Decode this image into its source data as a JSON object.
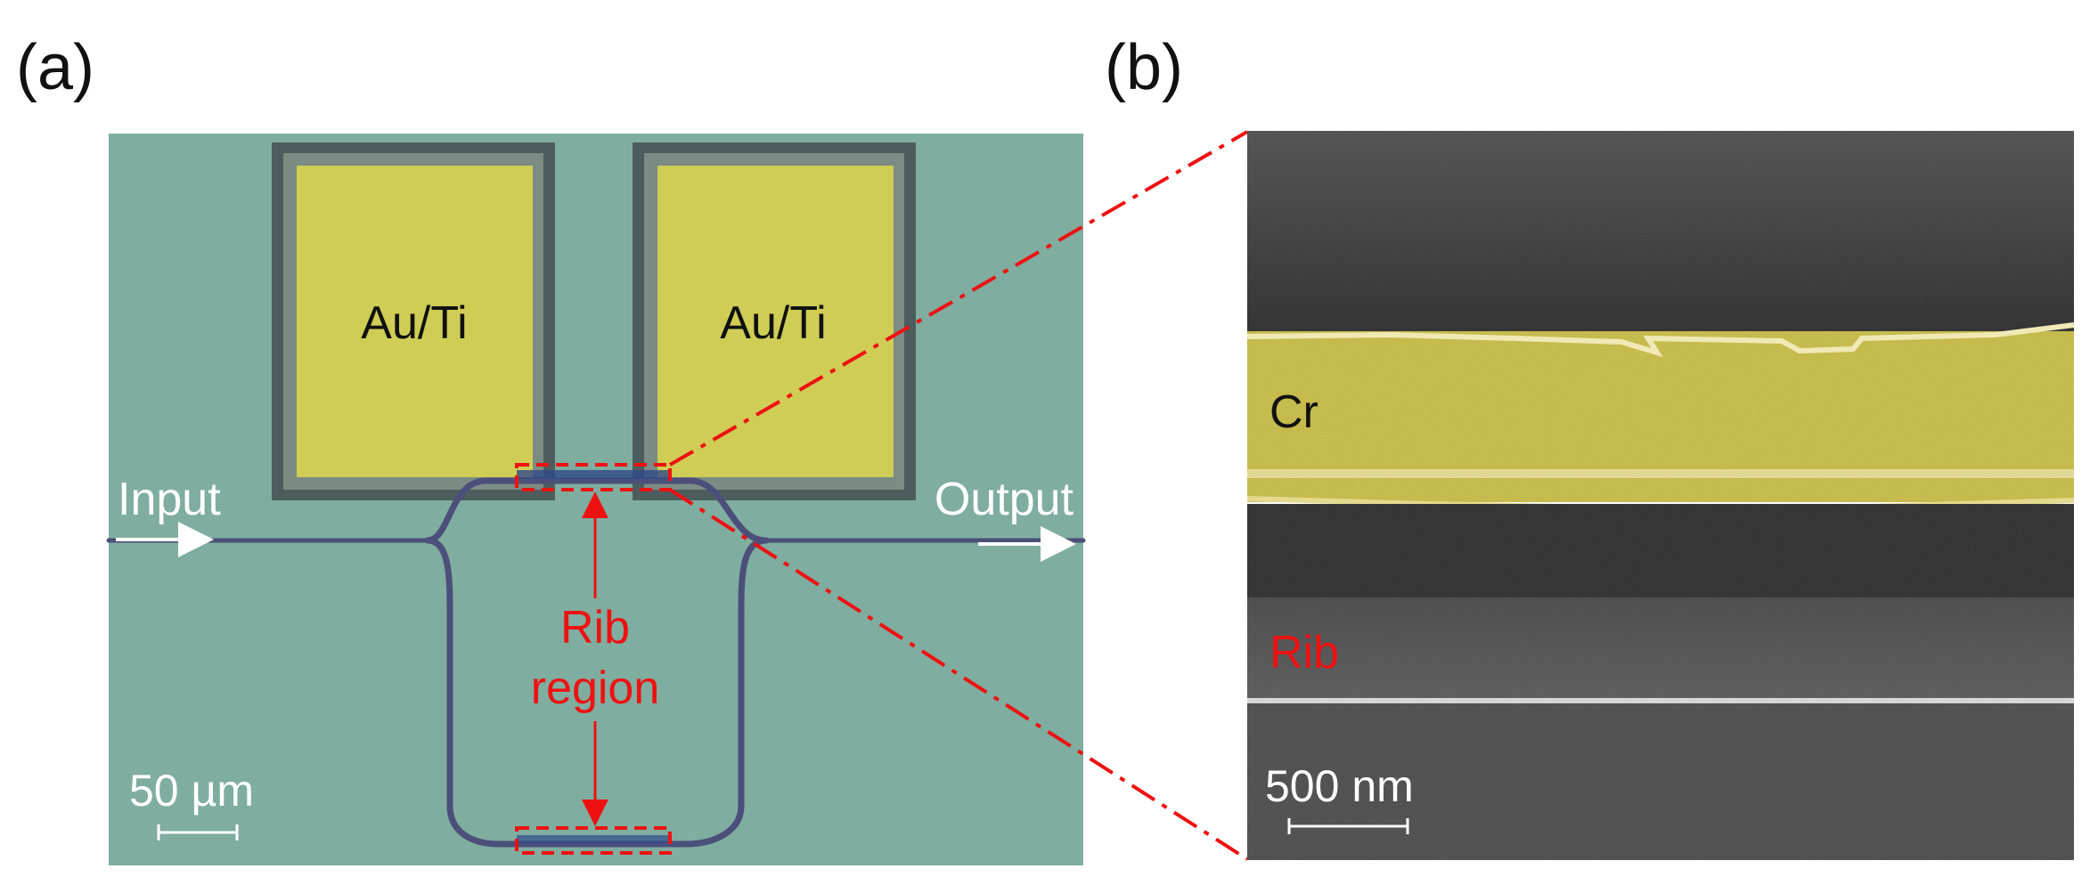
{
  "panels": {
    "a": {
      "tag": "(a)",
      "labels": {
        "pad_left": "Au/Ti",
        "pad_right": "Au/Ti",
        "input": "Input",
        "output": "Output",
        "rib_line1": "Rib",
        "rib_line2": "region",
        "scale": "50 µm"
      }
    },
    "b": {
      "tag": "(b)",
      "labels": {
        "cr": "Cr",
        "rib": "Rib",
        "scale": "500 nm"
      }
    }
  },
  "colors": {
    "substrate": "#7fada0",
    "pad_gold": "#cfcd55",
    "pad_frame": "#4d5d5d",
    "waveguide": "#4b4f7a",
    "annotation_red": "#ee1111",
    "sem_dark": "#3a3a3a",
    "sem_gold": "#cfc24a"
  }
}
